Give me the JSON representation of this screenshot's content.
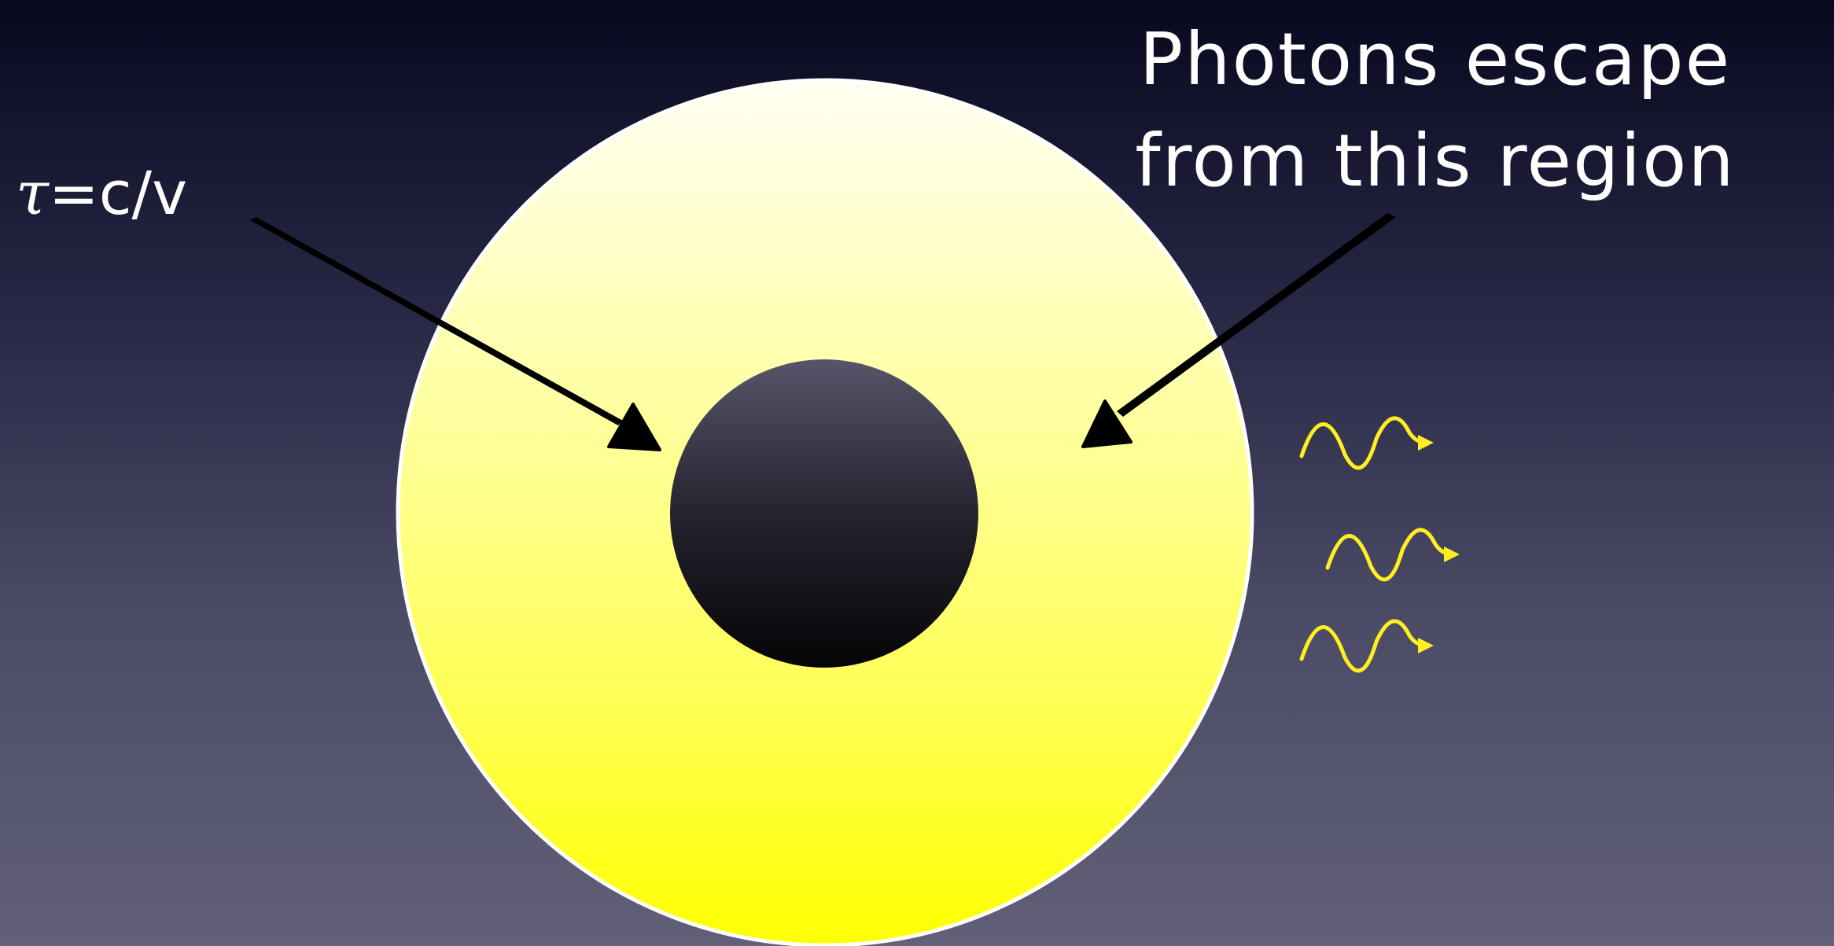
{
  "labels": {
    "tau_symbol": "τ",
    "tau_rest": "=c/v",
    "photons_text": "Photons escape from this region"
  },
  "colors": {
    "background_top": "#08081f",
    "background_bottom": "#626078",
    "photosphere_top": "#fffff0",
    "photosphere_bottom": "#ffff00",
    "core_top": "#56556a",
    "core_bottom": "#050507",
    "arrow": "#000000",
    "photon": "#ffee22",
    "text": "#ffffff"
  },
  "photon_count": 3
}
